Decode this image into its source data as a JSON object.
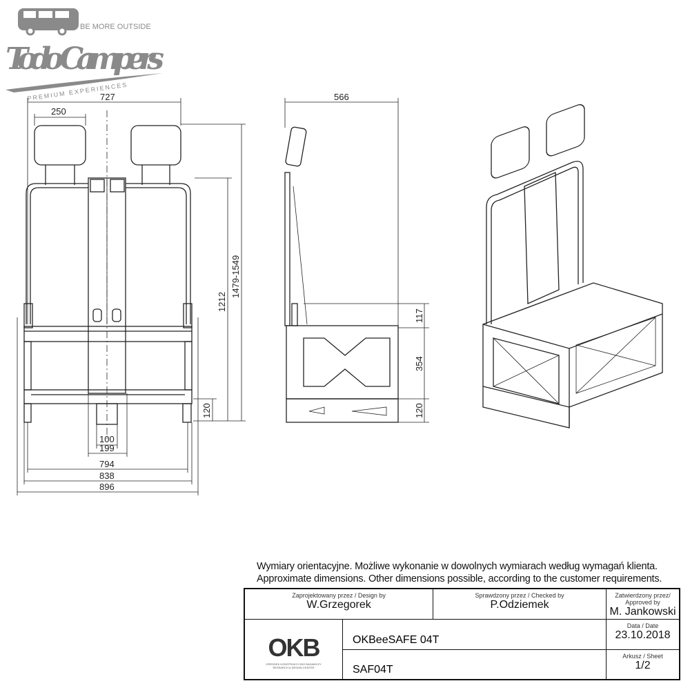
{
  "logo": {
    "brand": "Todo Campers",
    "tagline_top": "BE MORE OUTSIDE",
    "tagline_bottom": "PREMIUM EXPERIENCES"
  },
  "front_view": {
    "width_total_top": "727",
    "headrest_width": "250",
    "height_total": "1479-1549",
    "height_backrest": "1212",
    "height_base": "120",
    "center_100": "100",
    "center_199": "199",
    "width_794": "794",
    "width_838": "838",
    "width_896": "896"
  },
  "side_view": {
    "depth": "566",
    "h_117": "117",
    "h_354": "354",
    "h_120": "120"
  },
  "notes": {
    "pl": "Wymiary orientacyjne. Możliwe wykonanie w dowolnych wymiarach według wymagań klienta.",
    "en": "Approximate dimensions. Other dimensions possible, according to the customer requirements."
  },
  "title_block": {
    "design_label": "Zaprojektowany przez / Design by",
    "design_value": "W.Grzegorek",
    "checked_label": "Sprawdzony przez / Checked by",
    "checked_value": "P.Odziemek",
    "approved_label": "Zatwierdzony przez/ Approved by",
    "approved_value": "M. Jankowski",
    "company_logo": "OKB",
    "company_sub1": "OŚRODEK KONSTRUKCYJNO BADAWCZY",
    "company_sub2": "RESEARCH & DESIGN CENTER",
    "product_name": "OKBeeSAFE 04T",
    "drawing_code": "SAF04T",
    "date_label": "Data / Date",
    "date_value": "23.10.2018",
    "sheet_label": "Arkusz / Sheet",
    "sheet_value": "1/2"
  }
}
